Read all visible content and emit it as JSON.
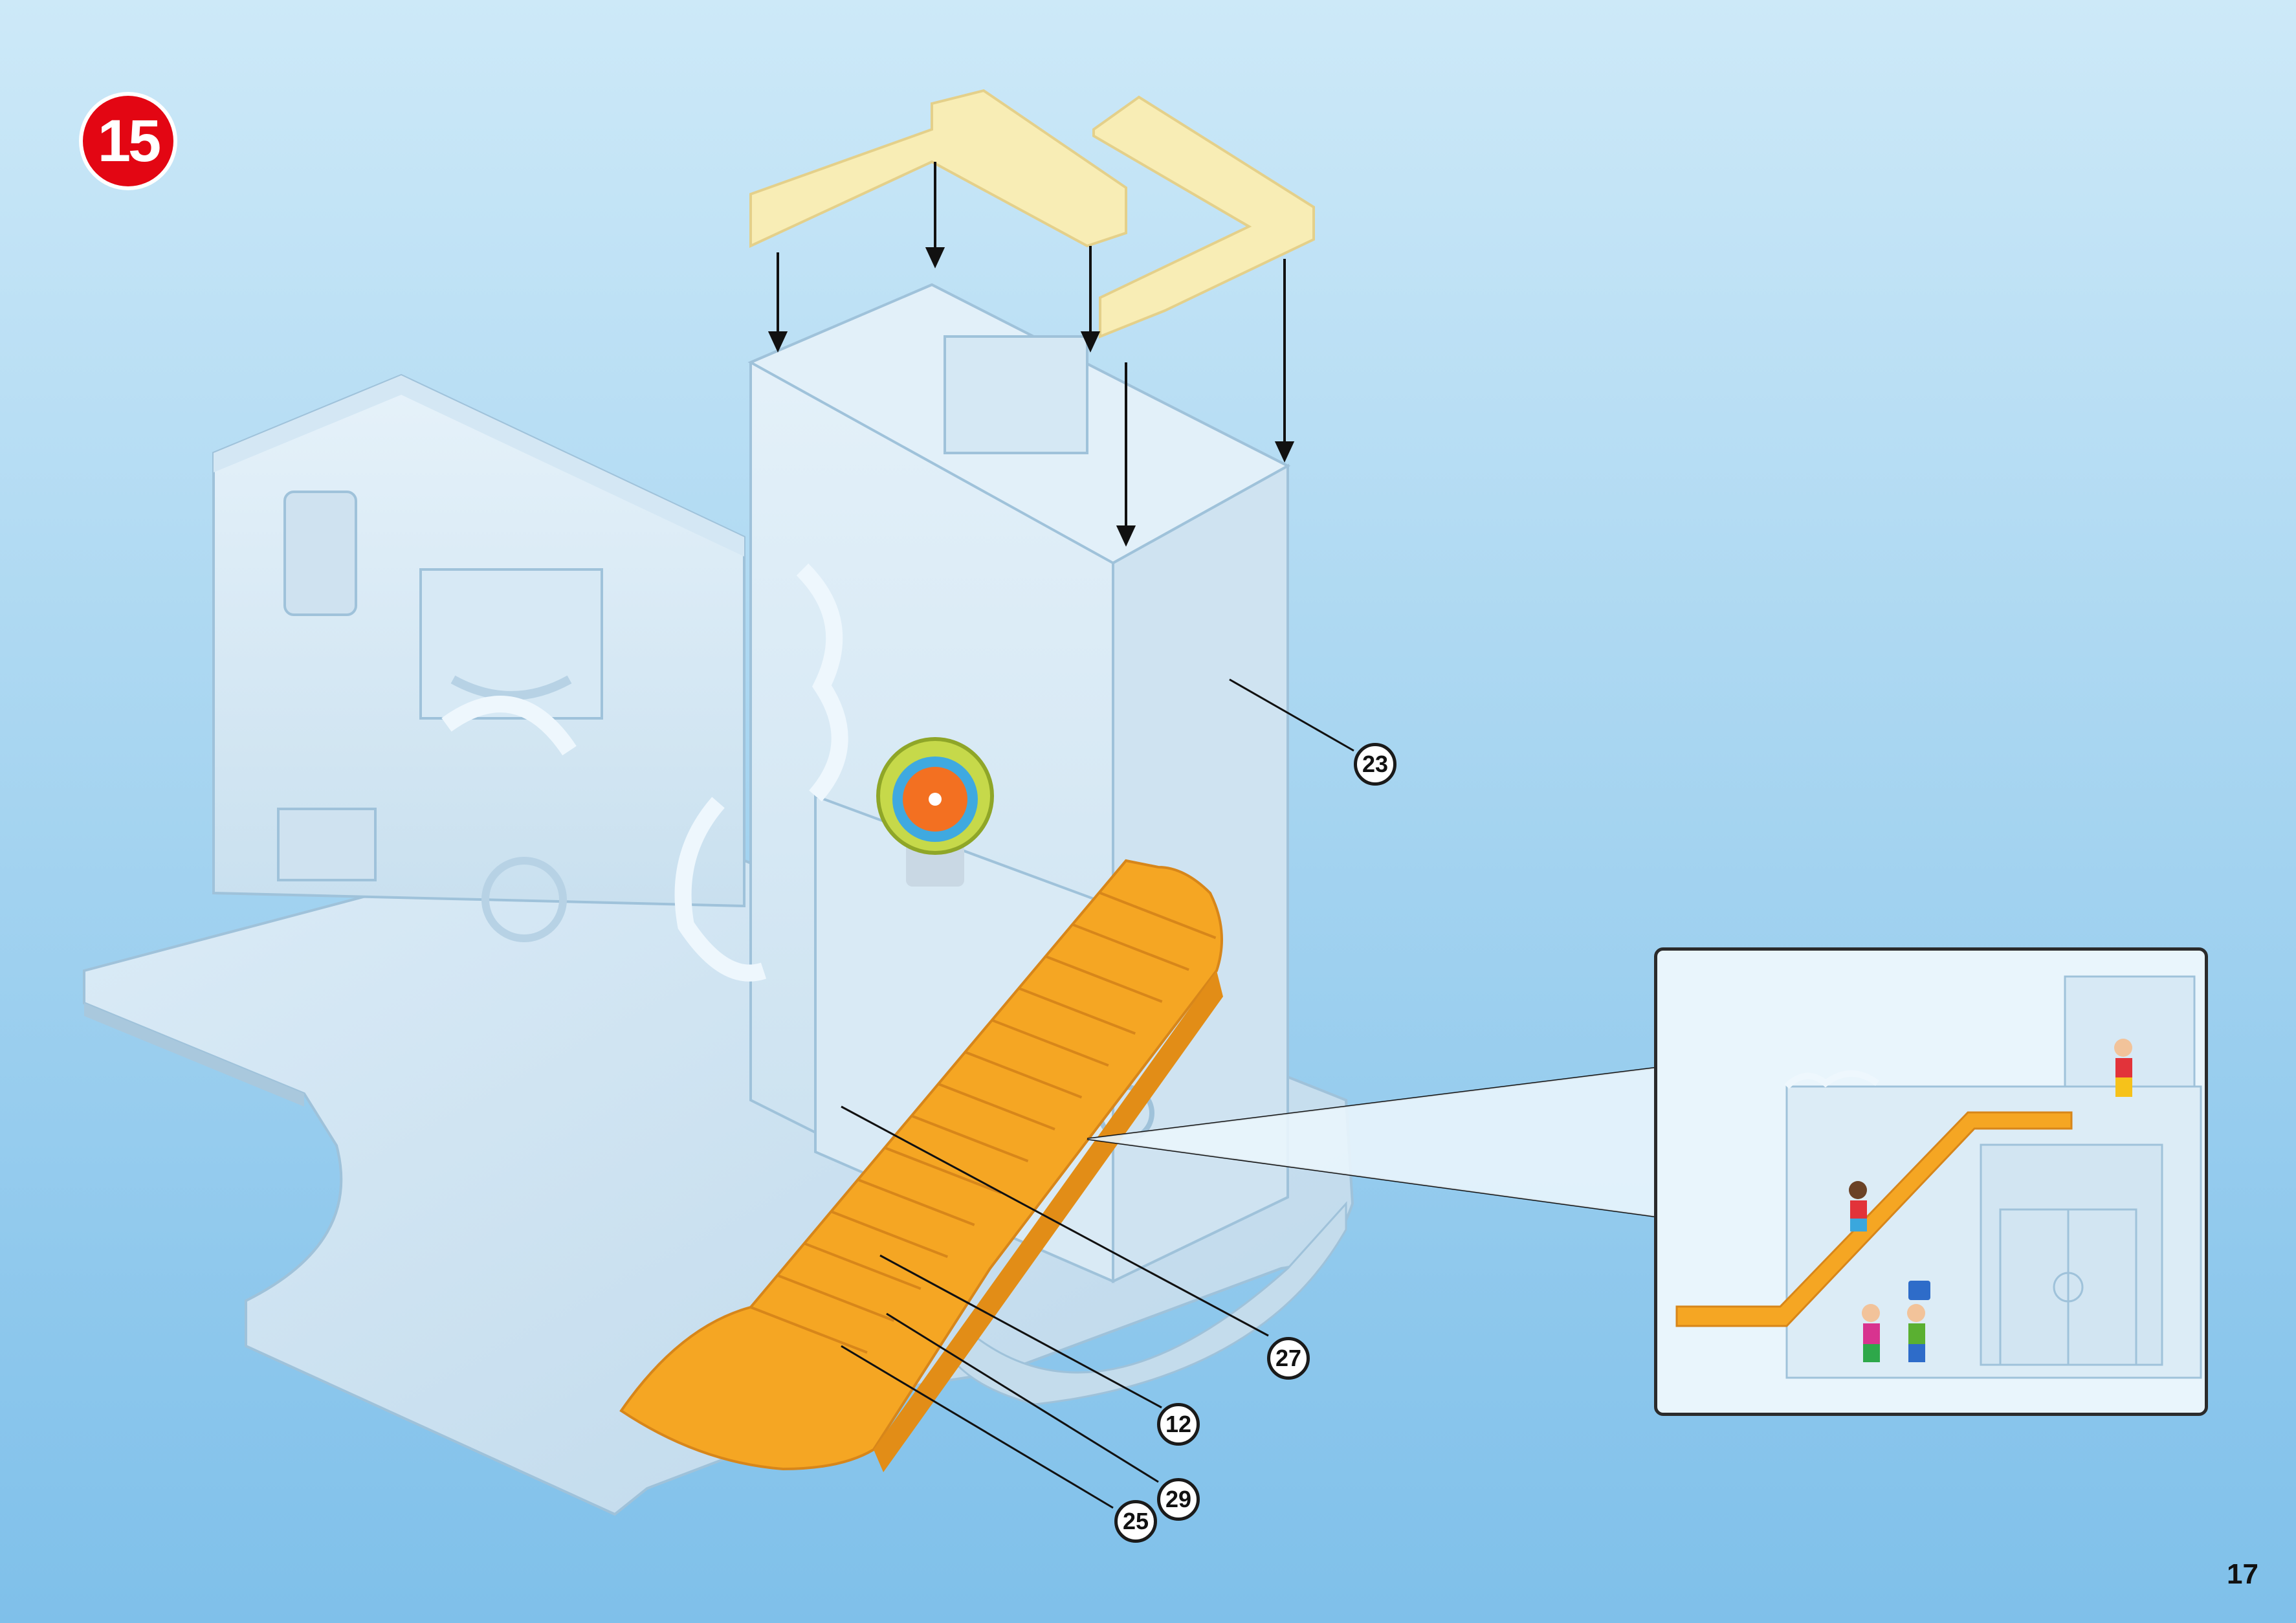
{
  "step": {
    "number": "15"
  },
  "page": {
    "number": "17"
  },
  "parts": [
    {
      "id": "p23",
      "label": "23"
    },
    {
      "id": "p27",
      "label": "27"
    },
    {
      "id": "p12",
      "label": "12"
    },
    {
      "id": "p29",
      "label": "29"
    },
    {
      "id": "p25",
      "label": "25"
    }
  ],
  "colors": {
    "step_badge": "#e30613",
    "stairs": "#f5a623",
    "rails": "#f8edb5",
    "structure": "#dcecf6"
  },
  "icons": {
    "clock": "toy-clock-icon",
    "arrows": "down-arrow-icon"
  }
}
